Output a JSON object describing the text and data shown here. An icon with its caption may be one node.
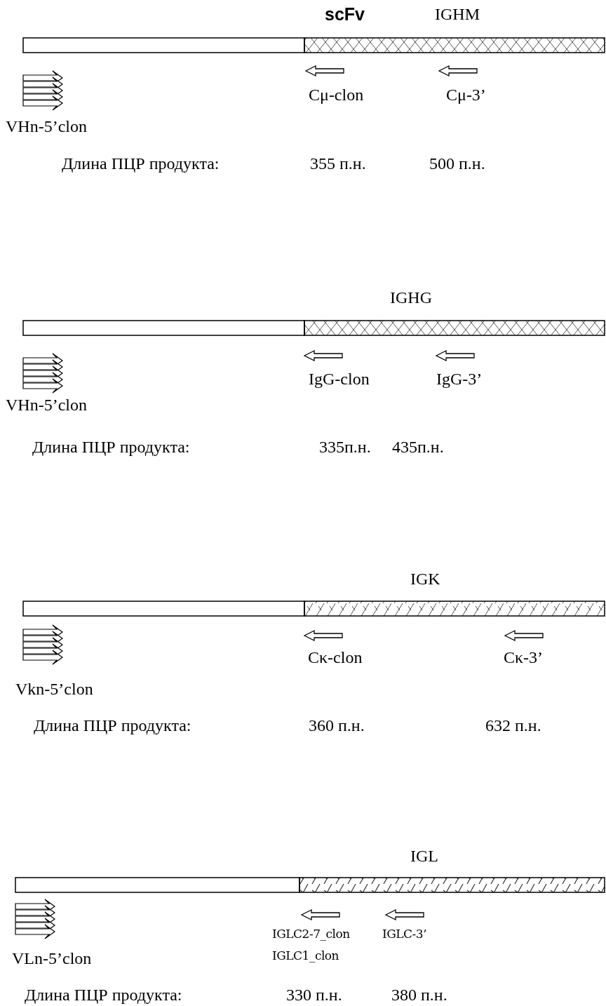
{
  "diagram": {
    "labels": [
      "scFv",
      "IGHM",
      "Cμ-clon",
      "Cμ-3’",
      "VHn-5’clon",
      "Длина ПЦР продукта:",
      "355 п.н.",
      "500 п.н.",
      "IGHG",
      "IgG-clon",
      "IgG-3’",
      "VHn-5’clon",
      "Длина ПЦР продукта:",
      "335п.н.",
      "435п.н.",
      "IGK",
      "Cκ-clon",
      "Cκ-3’",
      "Vkn-5’clon",
      "Длина ПЦР продукта:",
      "360 п.н.",
      "632 п.н.",
      "IGL",
      "IGLC2-7_clon",
      "IGLC-3’",
      "VLn-5’clon",
      "IGLC1_clon",
      "Длина ПЦР продукта:",
      "330 п.н.",
      "380 п.н."
    ]
  }
}
